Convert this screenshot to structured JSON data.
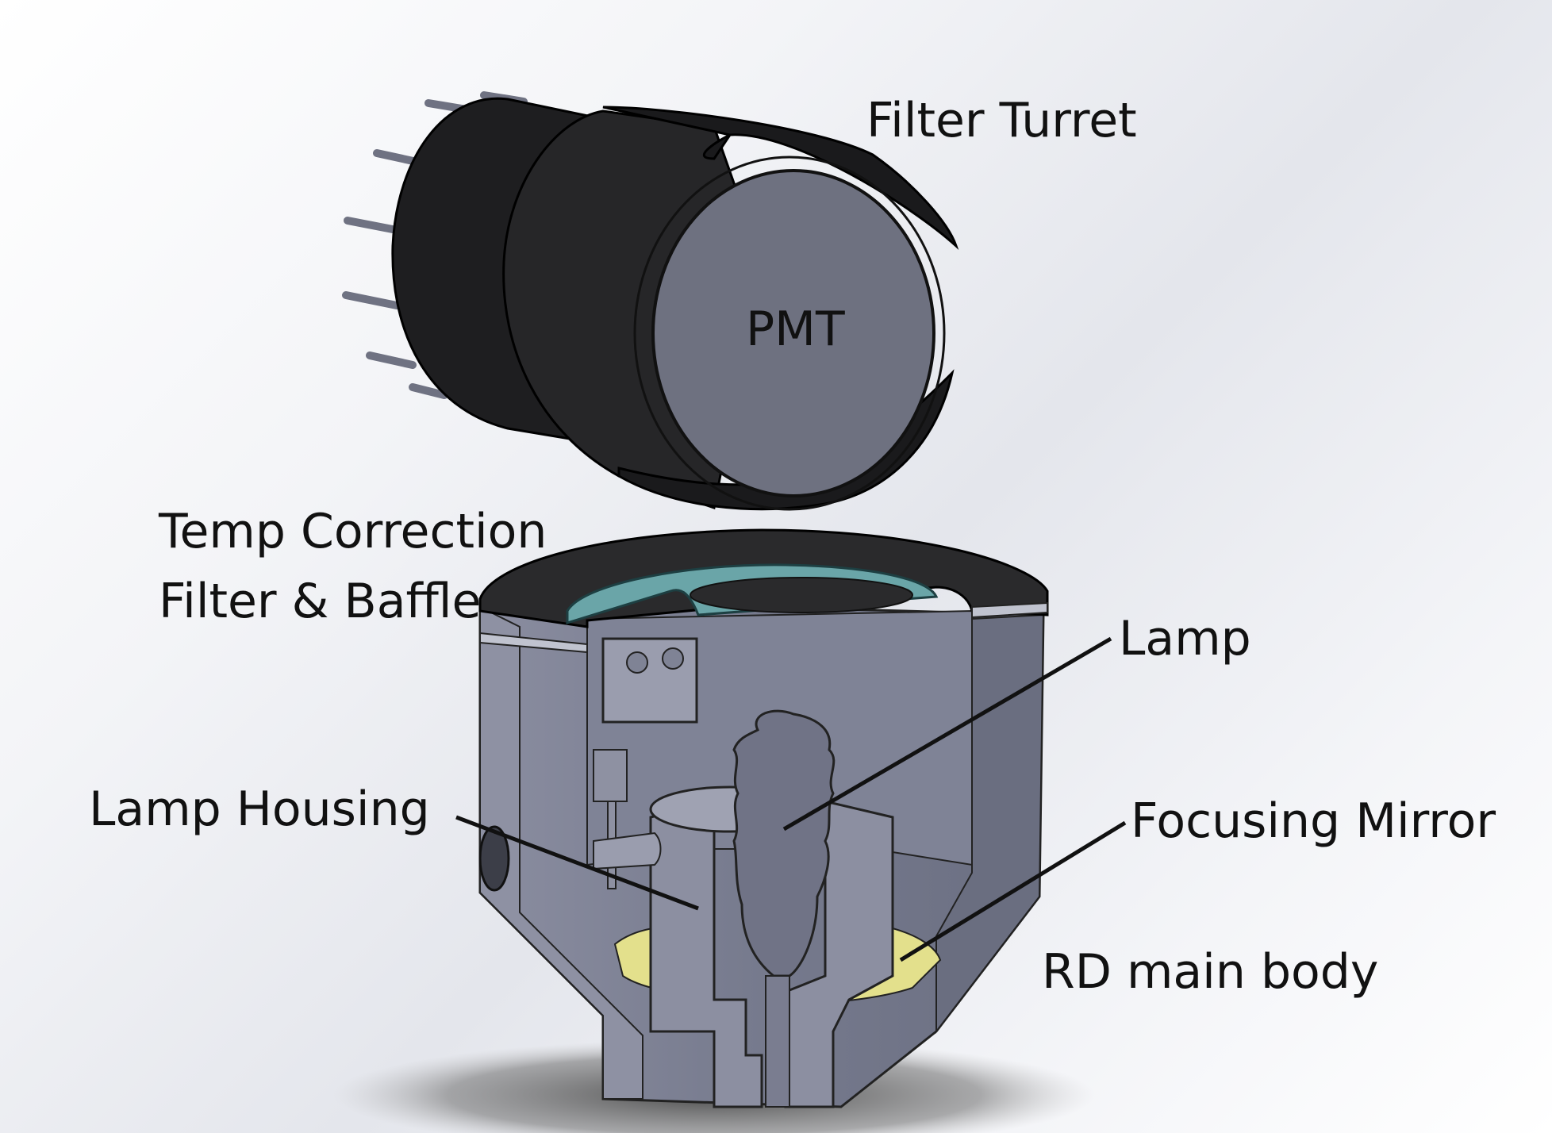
{
  "labels": {
    "filter_turret": "Filter Turret",
    "pmt": "PMT",
    "temp_correction_line1": "Temp Correction",
    "temp_correction_line2": "Filter & Baffle",
    "lamp": "Lamp",
    "lamp_housing": "Lamp Housing",
    "focusing_mirror": "Focusing Mirror",
    "rd_main_body": "RD main body"
  },
  "colors": {
    "body_gray": "#7d8194",
    "face_gray": "#a5a8b8",
    "dark_cap": "#2a2a2c",
    "mirror_yellow": "#e3e08c",
    "filter_teal": "#6aa5a8",
    "pmt_face": "#6e7180"
  }
}
